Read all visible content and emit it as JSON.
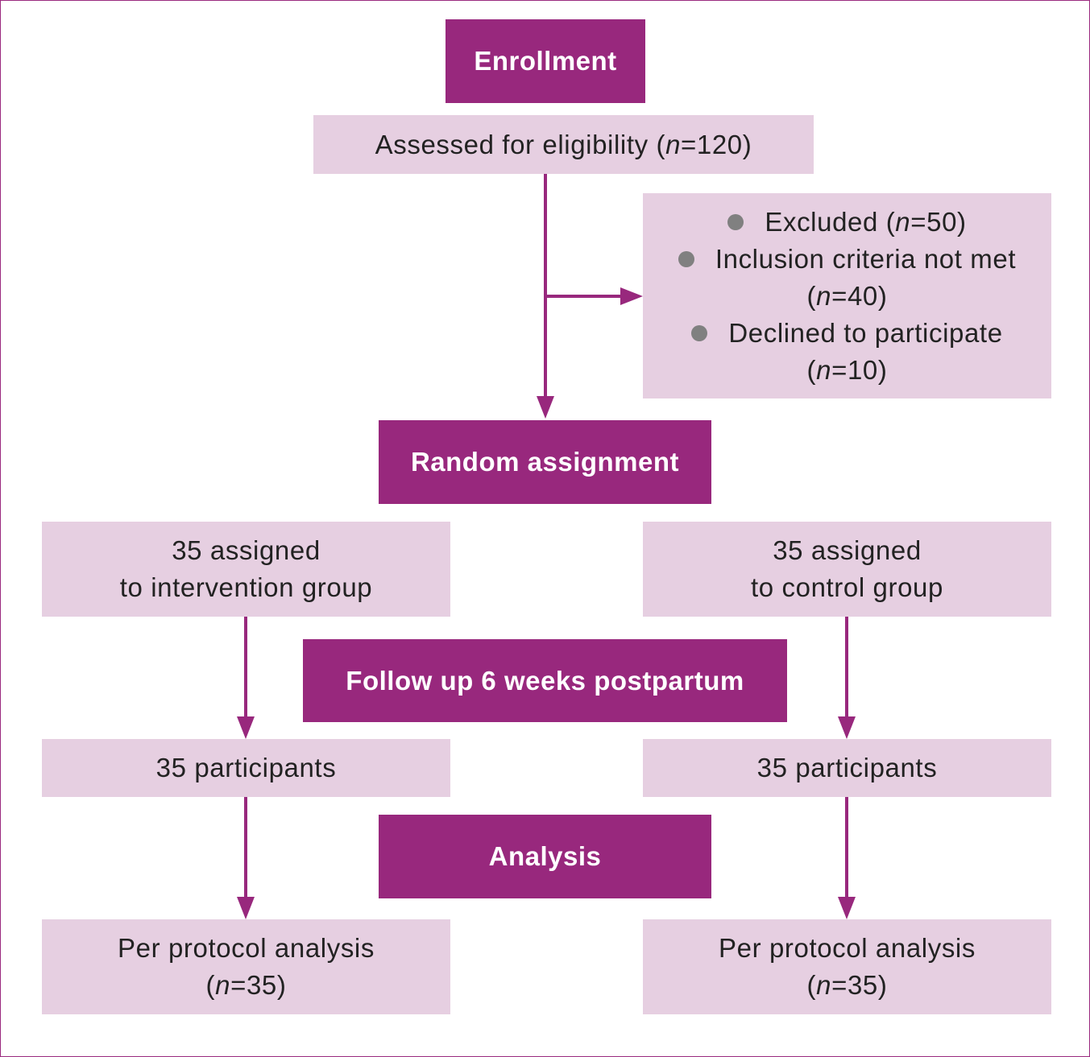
{
  "colors": {
    "header_fill": "#98287d",
    "box_fill": "#e6cfe1",
    "connector": "#98287d",
    "bullet": "#808080"
  },
  "enrollment": {
    "header": "Enrollment"
  },
  "assessed": {
    "prefix": "Assessed for eligibility (",
    "n_symbol": "n",
    "value": "=120)"
  },
  "excluded": {
    "main": {
      "prefix": "Excluded (",
      "n_symbol": "n",
      "value": "=50)"
    },
    "criteria": {
      "label": "Inclusion criteria not met",
      "prefix": "(",
      "n_symbol": "n",
      "value": "=40)"
    },
    "declined": {
      "label": "Declined to participate",
      "prefix": "(",
      "n_symbol": "n",
      "value": "=10)"
    },
    "bullet_icon": "bullet-dot-icon"
  },
  "random": {
    "header": "Random assignment"
  },
  "intervention": {
    "line1": "35 assigned",
    "line2": "to intervention group"
  },
  "control": {
    "line1": "35 assigned",
    "line2": "to control group"
  },
  "followup": {
    "header": "Follow up 6 weeks postpartum"
  },
  "participants_left": {
    "label": "35 participants"
  },
  "participants_right": {
    "label": "35 participants"
  },
  "analysis": {
    "header": "Analysis"
  },
  "protocol_left": {
    "label": "Per protocol analysis",
    "prefix": "(",
    "n_symbol": "n",
    "value": "=35)"
  },
  "protocol_right": {
    "label": "Per protocol analysis",
    "prefix": "(",
    "n_symbol": "n",
    "value": "=35)"
  }
}
